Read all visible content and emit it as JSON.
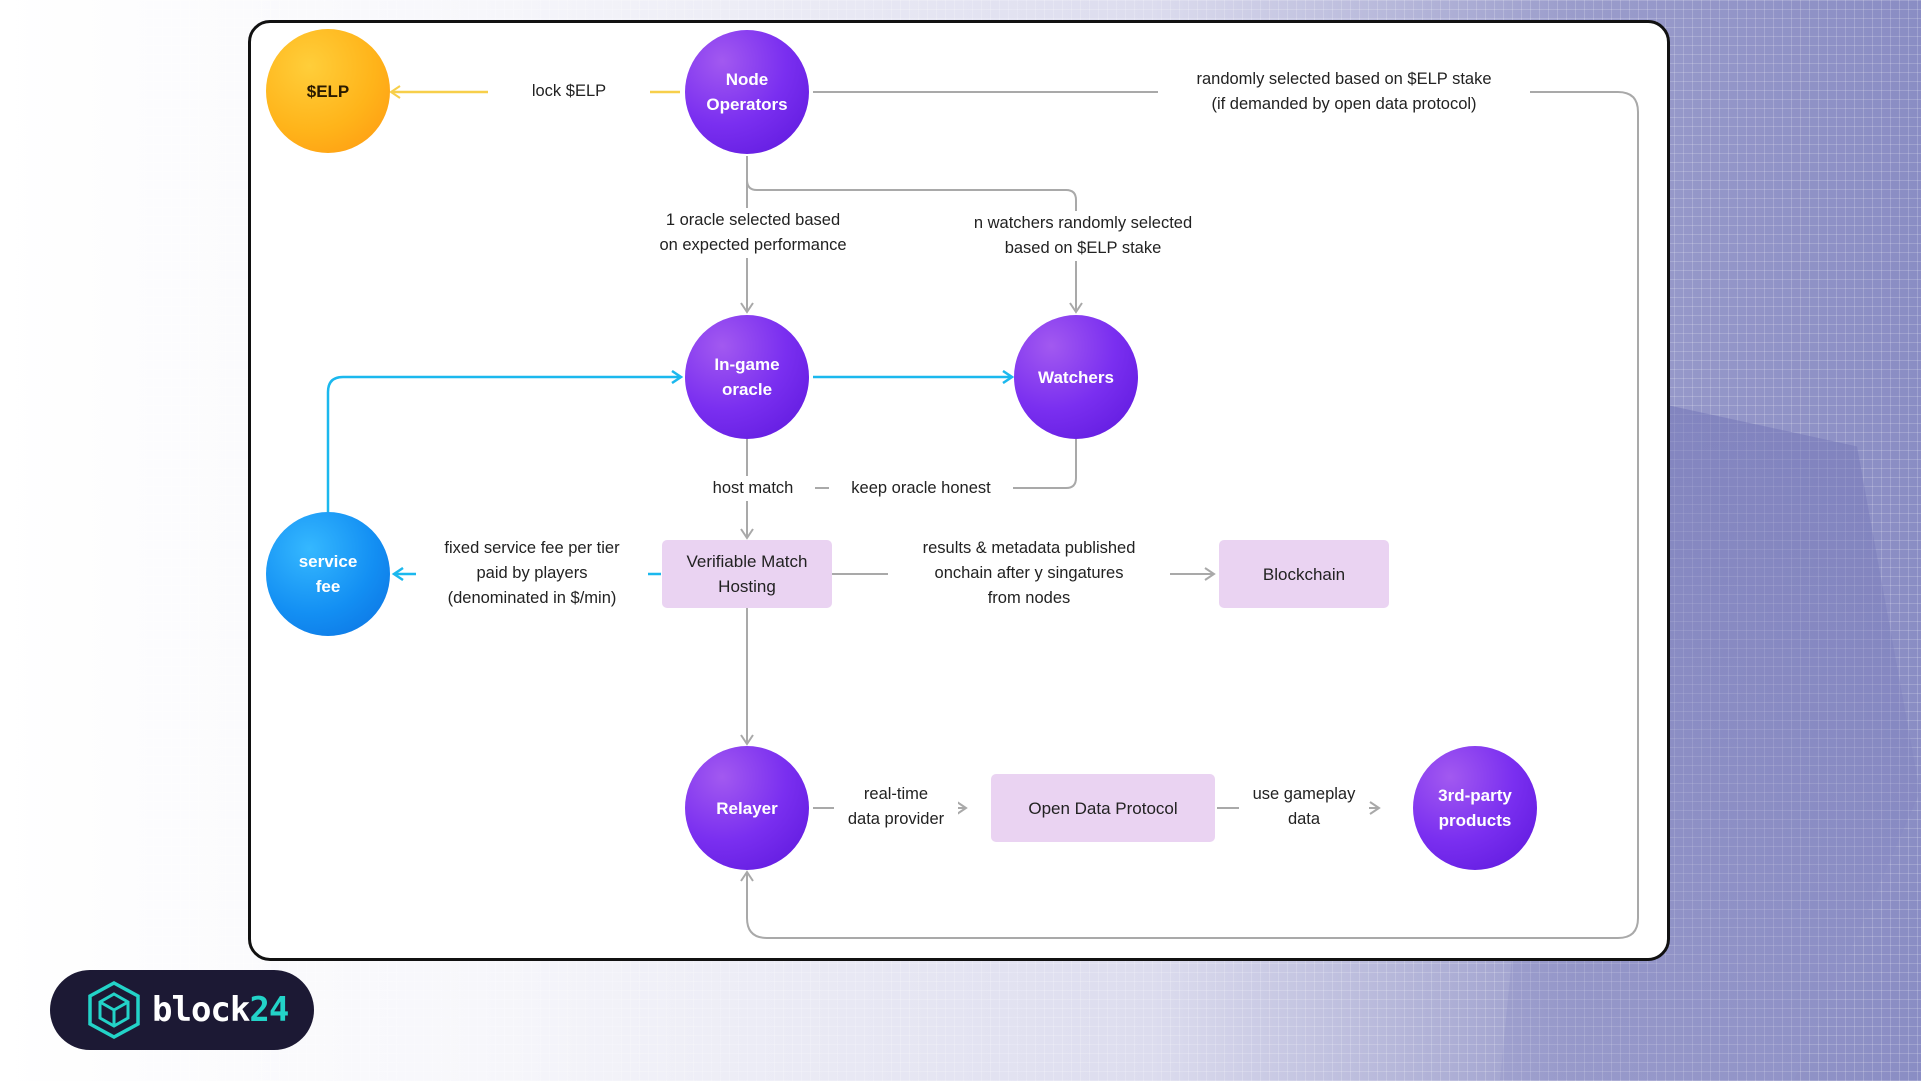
{
  "nodes": {
    "elp": "$ELP",
    "node_operators": "Node\nOperators",
    "ingame_oracle": "In-game\noracle",
    "watchers": "Watchers",
    "service_fee": "service\nfee",
    "relayer": "Relayer",
    "third_party": "3rd-party\nproducts"
  },
  "boxes": {
    "verifiable": "Verifiable Match\nHosting",
    "blockchain": "Blockchain",
    "open_data": "Open Data Protocol"
  },
  "labels": {
    "lock_elp": "lock $ELP",
    "randomly_selected": "randomly selected based on $ELP stake\n(if demanded by open data protocol)",
    "oracle_selected": "1 oracle selected based\non expected performance",
    "watchers_selected": "n watchers randomly selected\nbased on $ELP stake",
    "host_match": "host match",
    "keep_honest": "keep oracle honest",
    "service_fee_desc": "fixed service fee per tier\npaid by players\n(denominated in $/min)",
    "results": "results & metadata published\nonchain after y singatures\nfrom nodes",
    "realtime": "real-time\ndata provider",
    "use_gameplay": "use gameplay\ndata"
  },
  "colors": {
    "purple": "#7a2ff0",
    "orange": "#ffb41a",
    "blue": "#138ff3",
    "box": "#ead3f2",
    "line_gray": "#a9a9a9",
    "line_yellow": "#f7cf4a",
    "line_cyan": "#1bb8ee"
  },
  "logo": {
    "text_main": "block",
    "text_accent": "24",
    "icon": "hexagon-cube-icon"
  }
}
